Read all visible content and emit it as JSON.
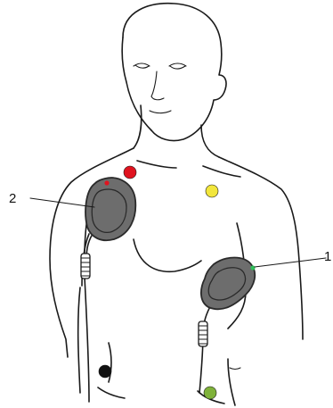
{
  "callouts": [
    {
      "label": "2"
    },
    {
      "label": "1"
    }
  ],
  "electrodes": [
    {
      "name": "red-electrode",
      "color": "#e0131f"
    },
    {
      "name": "yellow-electrode",
      "color": "#f2e63c"
    },
    {
      "name": "black-electrode",
      "color": "#111111"
    },
    {
      "name": "green-electrode",
      "color": "#7fb23a"
    }
  ],
  "pad_indicators": {
    "upper_pad_dot": "#e0131f",
    "lower_pad_dot": "#2fbf5a"
  },
  "colors": {
    "pad_body": "#6d6d6d",
    "pad_rim": "#4a4a4a",
    "line": "#1a1a1a"
  }
}
